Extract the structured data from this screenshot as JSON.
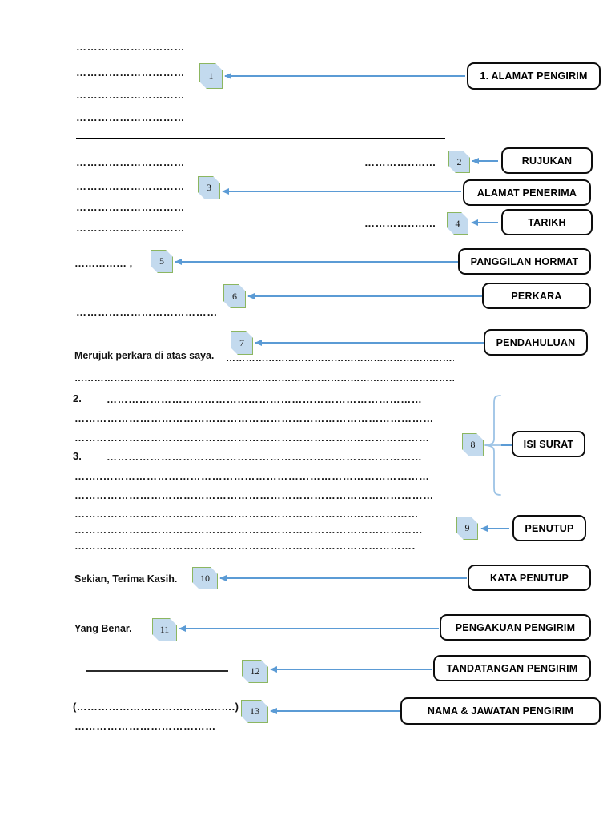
{
  "document": {
    "title": "Format Surat Rasmi",
    "language": "ms",
    "colors": {
      "badge_fill": "#c3daee",
      "badge_border": "#8cb660",
      "arrow": "#5b9bd5",
      "box_border": "#0d0d0d",
      "text": "#111111"
    }
  },
  "letter_body": {
    "sender_address_lines": [
      "…………………………",
      "…………………………",
      "…………………………",
      "…………………………"
    ],
    "reference_line": "…………………………",
    "reference_right": "…………..……",
    "recipient_address_lines": [
      "…………………………",
      "…………………………",
      "…………………………"
    ],
    "date_line": "…………………………",
    "date_right": "…………..……",
    "salutation": "…………… ,",
    "subject_line": "…………………………………",
    "intro_text": "Merujuk perkara di atas saya.",
    "intro_dots": "…………………………………………………………………………………….",
    "intro_continuation": "……………………………………………………………………………………………………………………..",
    "para2_number": "2.",
    "para2_lines": [
      "……………………………………………………………………………",
      "………………………………………………………………………………………",
      "…………………………………………………………………..…………………"
    ],
    "para3_number": "3.",
    "para3_lines": [
      "……………………………………………………………………………",
      "……..………………………………………………………………………………",
      "………………………………………………………………………………………",
      "…………………………………………………………………..………………",
      "……………………………………………………………………………………",
      "…………………………………………………………………………………."
    ],
    "closing_phrase": "Sekian, Terima Kasih.",
    "sign_off": "Yang Benar.",
    "signature_line": "",
    "name_brackets": "(………………………………..…….)",
    "position_dots": "…………………………………"
  },
  "annotations": [
    {
      "number": "1",
      "label": "1. ALAMAT PENGIRIM"
    },
    {
      "number": "2",
      "label": "RUJUKAN"
    },
    {
      "number": "3",
      "label": "ALAMAT PENERIMA"
    },
    {
      "number": "4",
      "label": "TARIKH"
    },
    {
      "number": "5",
      "label": "PANGGILAN HORMAT"
    },
    {
      "number": "6",
      "label": "PERKARA"
    },
    {
      "number": "7",
      "label": "PENDAHULUAN"
    },
    {
      "number": "8",
      "label": "ISI SURAT"
    },
    {
      "number": "9",
      "label": "PENUTUP"
    },
    {
      "number": "10",
      "label": "KATA PENUTUP"
    },
    {
      "number": "11",
      "label": "PENGAKUAN PENGIRIM"
    },
    {
      "number": "12",
      "label": "TANDATANGAN PENGIRIM"
    },
    {
      "number": "13",
      "label": "NAMA & JAWATAN PENGIRIM"
    }
  ]
}
